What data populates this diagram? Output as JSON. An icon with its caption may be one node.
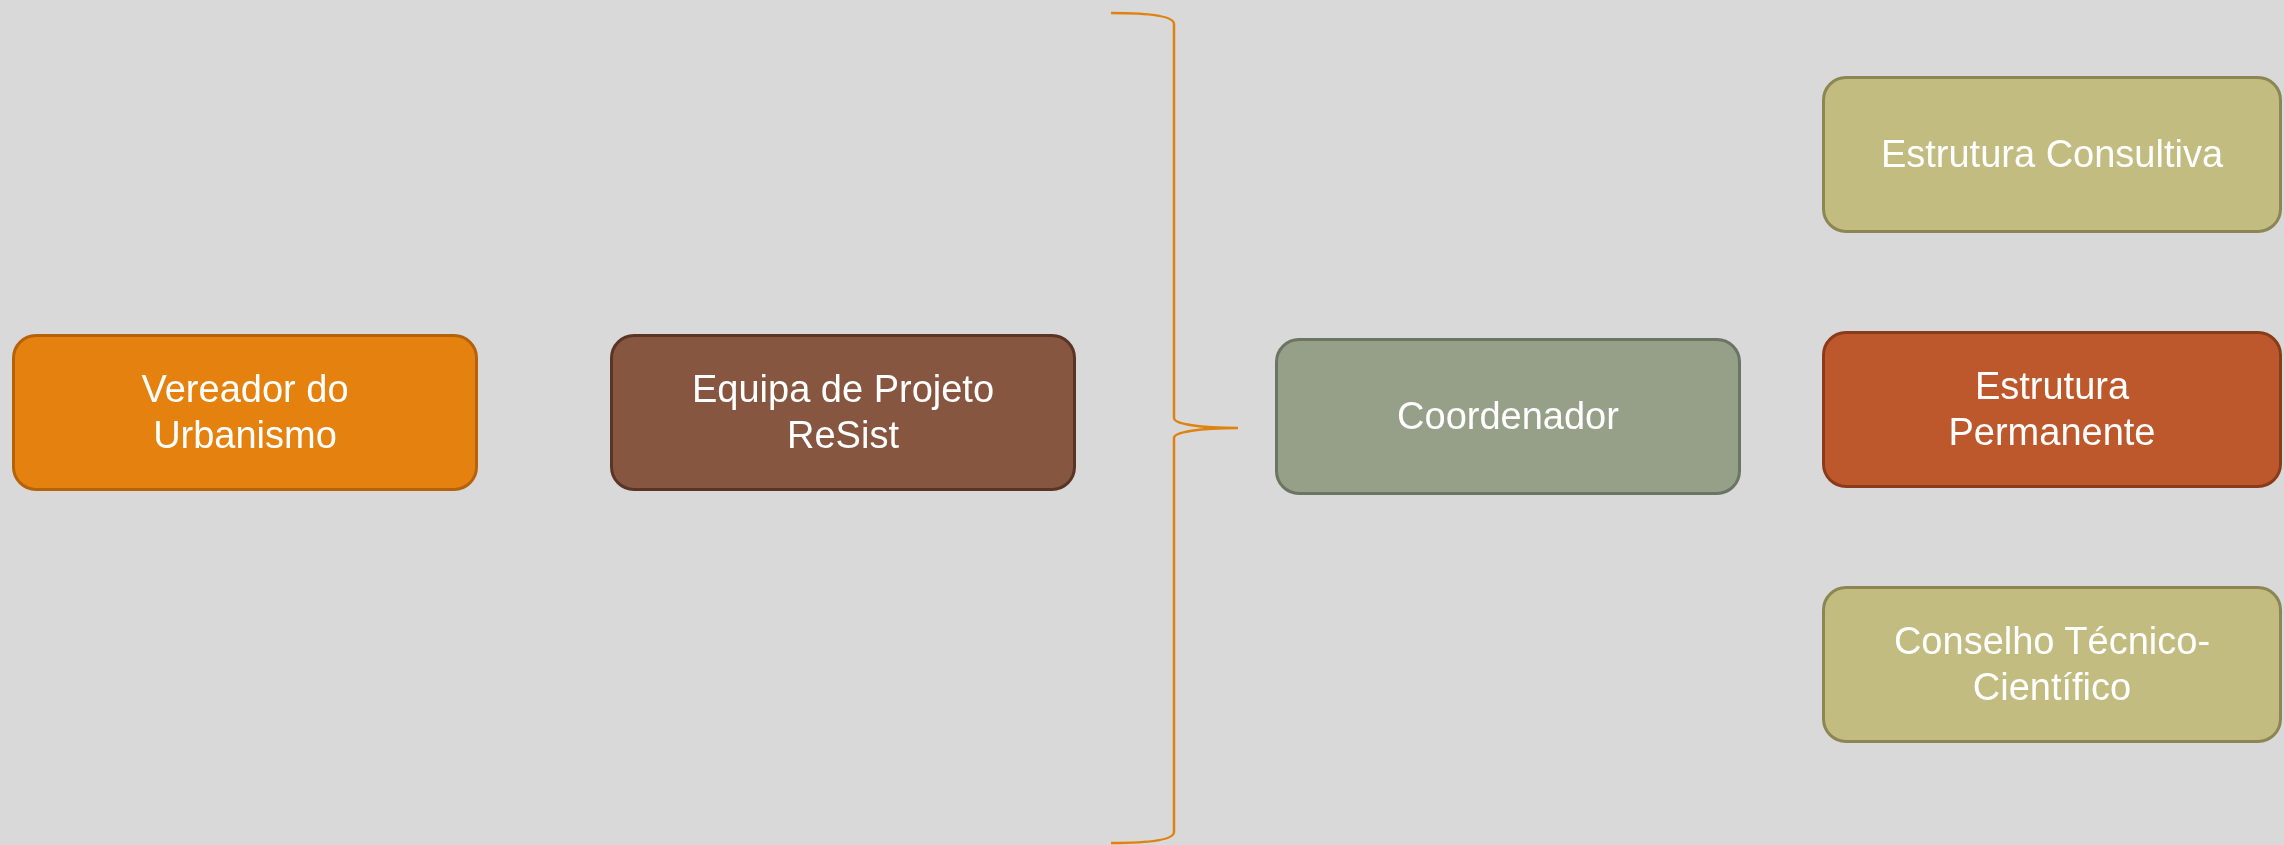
{
  "diagram": {
    "nodes": [
      {
        "text": [
          "Vereador do Urbanismo"
        ]
      },
      {
        "text": [
          "Equipa de Projeto ReSist"
        ]
      },
      {
        "text": [
          "Coordenador"
        ]
      },
      {
        "text": [
          "Estrutura Consultiva"
        ]
      },
      {
        "text": [
          "Estrutura Permanente"
        ]
      },
      {
        "text": [
          "Conselho Técnico-Científico"
        ]
      }
    ]
  }
}
